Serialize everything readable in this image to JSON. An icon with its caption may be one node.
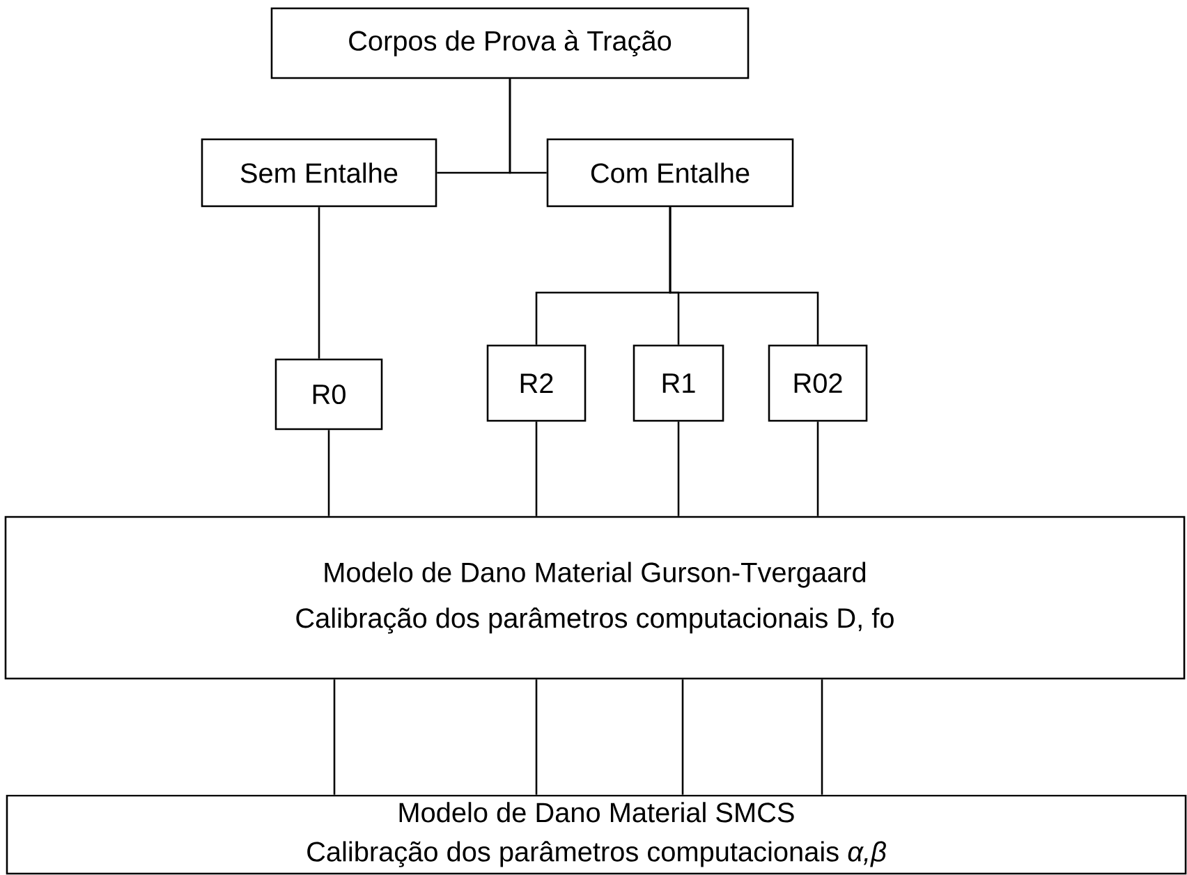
{
  "diagram": {
    "nodes": [
      {
        "text": [
          "Corpos de Prova à Tração"
        ]
      },
      {
        "text": [
          "Sem Entalhe"
        ]
      },
      {
        "text": [
          "Com Entalhe"
        ]
      },
      {
        "text": [
          "R0"
        ]
      },
      {
        "text": [
          "R2"
        ]
      },
      {
        "text": [
          "R1"
        ]
      },
      {
        "text": [
          "R02"
        ]
      },
      {
        "text": [
          "Modelo de Dano Material  Gurson-Tvergaard",
          "Calibração dos parâmetros  computacionais D, fo"
        ]
      },
      {
        "text": [
          "Modelo de Dano  Material  SMCS",
          "Calibração dos parâmetros  computacionais  *α,β*"
        ]
      }
    ],
    "edges": [
      {
        "from": 0,
        "to": 1,
        "arrow": "none"
      },
      {
        "from": 0,
        "to": 2,
        "arrow": "none"
      },
      {
        "from": 1,
        "to": 3,
        "arrow": "none"
      },
      {
        "from": 2,
        "to": 4,
        "arrow": "none"
      },
      {
        "from": 2,
        "to": 5,
        "arrow": "none"
      },
      {
        "from": 2,
        "to": 6,
        "arrow": "none"
      },
      {
        "from": 3,
        "to": 7,
        "arrow": "none"
      },
      {
        "from": 4,
        "to": 7,
        "arrow": "none"
      },
      {
        "from": 5,
        "to": 7,
        "arrow": "none"
      },
      {
        "from": 6,
        "to": 7,
        "arrow": "none"
      },
      {
        "from": 7,
        "to": 8,
        "arrow": "none"
      },
      {
        "from": 7,
        "to": 8,
        "arrow": "none"
      },
      {
        "from": 7,
        "to": 8,
        "arrow": "none"
      },
      {
        "from": 7,
        "to": 8,
        "arrow": "none"
      }
    ]
  }
}
